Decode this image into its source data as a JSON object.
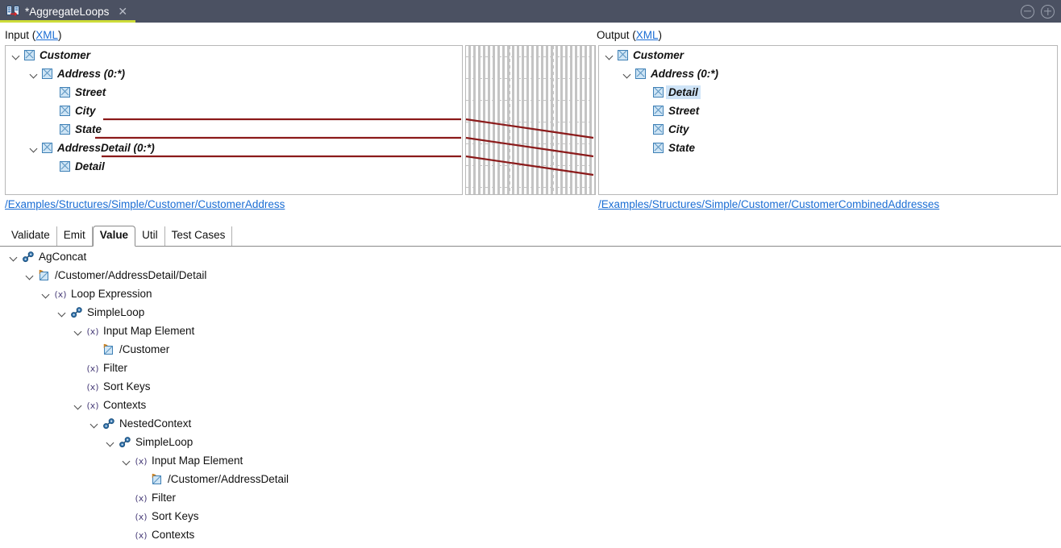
{
  "titlebar": {
    "tab_label": "*AggregateLoops",
    "icon": "mapping-transform-icon",
    "close_icon": "close-icon",
    "minimize_icon": "minimize-icon",
    "maximize_icon": "maximize-icon"
  },
  "mapper": {
    "input": {
      "label_prefix": "Input (",
      "label_link": "XML",
      "label_suffix": ")",
      "path": "/Examples/Structures/Simple/Customer/CustomerAddress",
      "nodes": [
        {
          "label": "Customer",
          "depth": 0,
          "expandable": true,
          "selected": false
        },
        {
          "label": "Address (0:*)",
          "depth": 1,
          "expandable": true,
          "selected": false
        },
        {
          "label": "Street",
          "depth": 2,
          "expandable": false,
          "selected": false
        },
        {
          "label": "City",
          "depth": 2,
          "expandable": false,
          "selected": false
        },
        {
          "label": "State",
          "depth": 2,
          "expandable": false,
          "selected": false
        },
        {
          "label": "AddressDetail (0:*)",
          "depth": 1,
          "expandable": true,
          "selected": false
        },
        {
          "label": "Detail",
          "depth": 2,
          "expandable": false,
          "selected": false
        }
      ]
    },
    "output": {
      "label_prefix": "Output (",
      "label_link": "XML",
      "label_suffix": ")",
      "path": "/Examples/Structures/Simple/Customer/CustomerCombinedAddresses",
      "nodes": [
        {
          "label": "Customer",
          "depth": 0,
          "expandable": true,
          "selected": false
        },
        {
          "label": "Address (0:*)",
          "depth": 1,
          "expandable": true,
          "selected": false
        },
        {
          "label": "Detail",
          "depth": 2,
          "expandable": false,
          "selected": true
        },
        {
          "label": "Street",
          "depth": 2,
          "expandable": false,
          "selected": false
        },
        {
          "label": "City",
          "depth": 2,
          "expandable": false,
          "selected": false
        },
        {
          "label": "State",
          "depth": 2,
          "expandable": false,
          "selected": false
        }
      ]
    },
    "connections": [
      {
        "from": "Street",
        "to": "Street"
      },
      {
        "from": "City",
        "to": "City"
      },
      {
        "from": "State",
        "to": "State"
      }
    ],
    "link_color": "#8b1a1a",
    "grid_color": "#c4c4c4"
  },
  "tabs": [
    {
      "label": "Validate",
      "active": false
    },
    {
      "label": "Emit",
      "active": false
    },
    {
      "label": "Value",
      "active": true
    },
    {
      "label": "Util",
      "active": false
    },
    {
      "label": "Test Cases",
      "active": false
    }
  ],
  "value_tree": [
    {
      "label": "AgConcat",
      "depth": 0,
      "icon": "chain-link-icon",
      "expandable": true
    },
    {
      "label": "/Customer/AddressDetail/Detail",
      "depth": 1,
      "icon": "map-path-icon",
      "expandable": true
    },
    {
      "label": "Loop Expression",
      "depth": 2,
      "icon": "expression-icon",
      "expandable": true
    },
    {
      "label": "SimpleLoop",
      "depth": 3,
      "icon": "chain-link-icon",
      "expandable": true
    },
    {
      "label": "Input Map Element",
      "depth": 4,
      "icon": "expression-icon",
      "expandable": true
    },
    {
      "label": "/Customer",
      "depth": 5,
      "icon": "map-path-icon",
      "expandable": false
    },
    {
      "label": "Filter",
      "depth": 4,
      "icon": "expression-icon",
      "expandable": false
    },
    {
      "label": "Sort Keys",
      "depth": 4,
      "icon": "expression-icon",
      "expandable": false
    },
    {
      "label": "Contexts",
      "depth": 4,
      "icon": "expression-icon",
      "expandable": true
    },
    {
      "label": "NestedContext",
      "depth": 5,
      "icon": "chain-link-icon",
      "expandable": true
    },
    {
      "label": "SimpleLoop",
      "depth": 6,
      "icon": "chain-link-icon",
      "expandable": true
    },
    {
      "label": "Input Map Element",
      "depth": 7,
      "icon": "expression-icon",
      "expandable": true
    },
    {
      "label": "/Customer/AddressDetail",
      "depth": 8,
      "icon": "map-path-icon",
      "expandable": false
    },
    {
      "label": "Filter",
      "depth": 7,
      "icon": "expression-icon",
      "expandable": false
    },
    {
      "label": "Sort Keys",
      "depth": 7,
      "icon": "expression-icon",
      "expandable": false
    },
    {
      "label": "Contexts",
      "depth": 7,
      "icon": "expression-icon",
      "expandable": false
    }
  ]
}
